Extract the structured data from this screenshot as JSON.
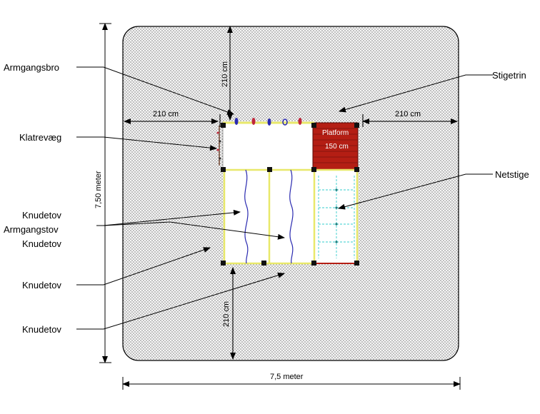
{
  "labels": {
    "armgangsbro": "Armgangsbro",
    "klatrevaeg": "Klatrevæg",
    "knudetov_1": "Knudetov",
    "armgangstov": "Armgangstov",
    "knudetov_2": "Knudetov",
    "knudetov_3": "Knudetov",
    "knudetov_4": "Knudetov",
    "stigetrin": "Stigetrin",
    "netstige": "Netstige"
  },
  "platform": {
    "name": "Platform",
    "size": "150 cm"
  },
  "dimensions": {
    "top_vertical": "210 cm",
    "left_horizontal": "210 cm",
    "right_horizontal": "210 cm",
    "bottom_vertical": "210 cm",
    "total_height": "7,50 meter",
    "total_width": "7,5 meter"
  },
  "colors": {
    "safety_area": "#f2f2f2",
    "frame": "#e8e86a",
    "platform": "#b41e14",
    "rope": "#2a2ab0",
    "net": "#33cccc"
  }
}
